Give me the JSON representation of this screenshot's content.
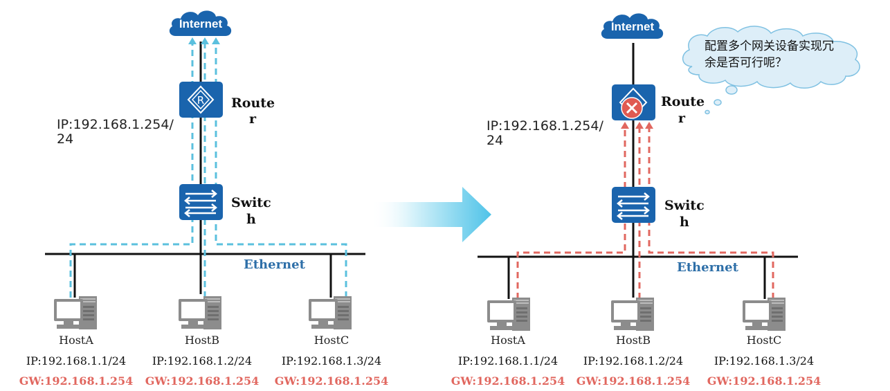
{
  "colors": {
    "device_blue": "#1a64ad",
    "flow_blue": "#5bc0de",
    "flow_red": "#e1675f",
    "gw_text": "#e1675f",
    "ethernet_text": "#2e6fa8",
    "arrow_cyan": "#5ccbe9"
  },
  "left": {
    "internet": "Internet",
    "router_label_line1": "Route",
    "router_label_line2": "r",
    "router_ip_line1": "IP:192.168.1.254/",
    "router_ip_line2": "24",
    "switch_label_line1": "Switc",
    "switch_label_line2": "h",
    "ethernet": "Ethernet",
    "hosts": [
      {
        "name": "HostA",
        "ip": "IP:192.168.1.1/24",
        "gw": "GW:192.168.1.254"
      },
      {
        "name": "HostB",
        "ip": "IP:192.168.1.2/24",
        "gw": "GW:192.168.1.254"
      },
      {
        "name": "HostC",
        "ip": "IP:192.168.1.3/24",
        "gw": "GW:192.168.1.254"
      }
    ]
  },
  "right": {
    "internet": "Internet",
    "router_label_line1": "Route",
    "router_label_line2": "r",
    "router_status": "failed",
    "router_ip_line1": "IP:192.168.1.254/",
    "router_ip_line2": "24",
    "switch_label_line1": "Switc",
    "switch_label_line2": "h",
    "ethernet": "Ethernet",
    "bubble_line1": "配置多个网关设备实现冗",
    "bubble_line2": "余是否可行呢？",
    "hosts": [
      {
        "name": "HostA",
        "ip": "IP:192.168.1.1/24",
        "gw": "GW:192.168.1.254"
      },
      {
        "name": "HostB",
        "ip": "IP:192.168.1.2/24",
        "gw": "GW:192.168.1.254"
      },
      {
        "name": "HostC",
        "ip": "IP:192.168.1.3/24",
        "gw": "GW:192.168.1.254"
      }
    ]
  }
}
